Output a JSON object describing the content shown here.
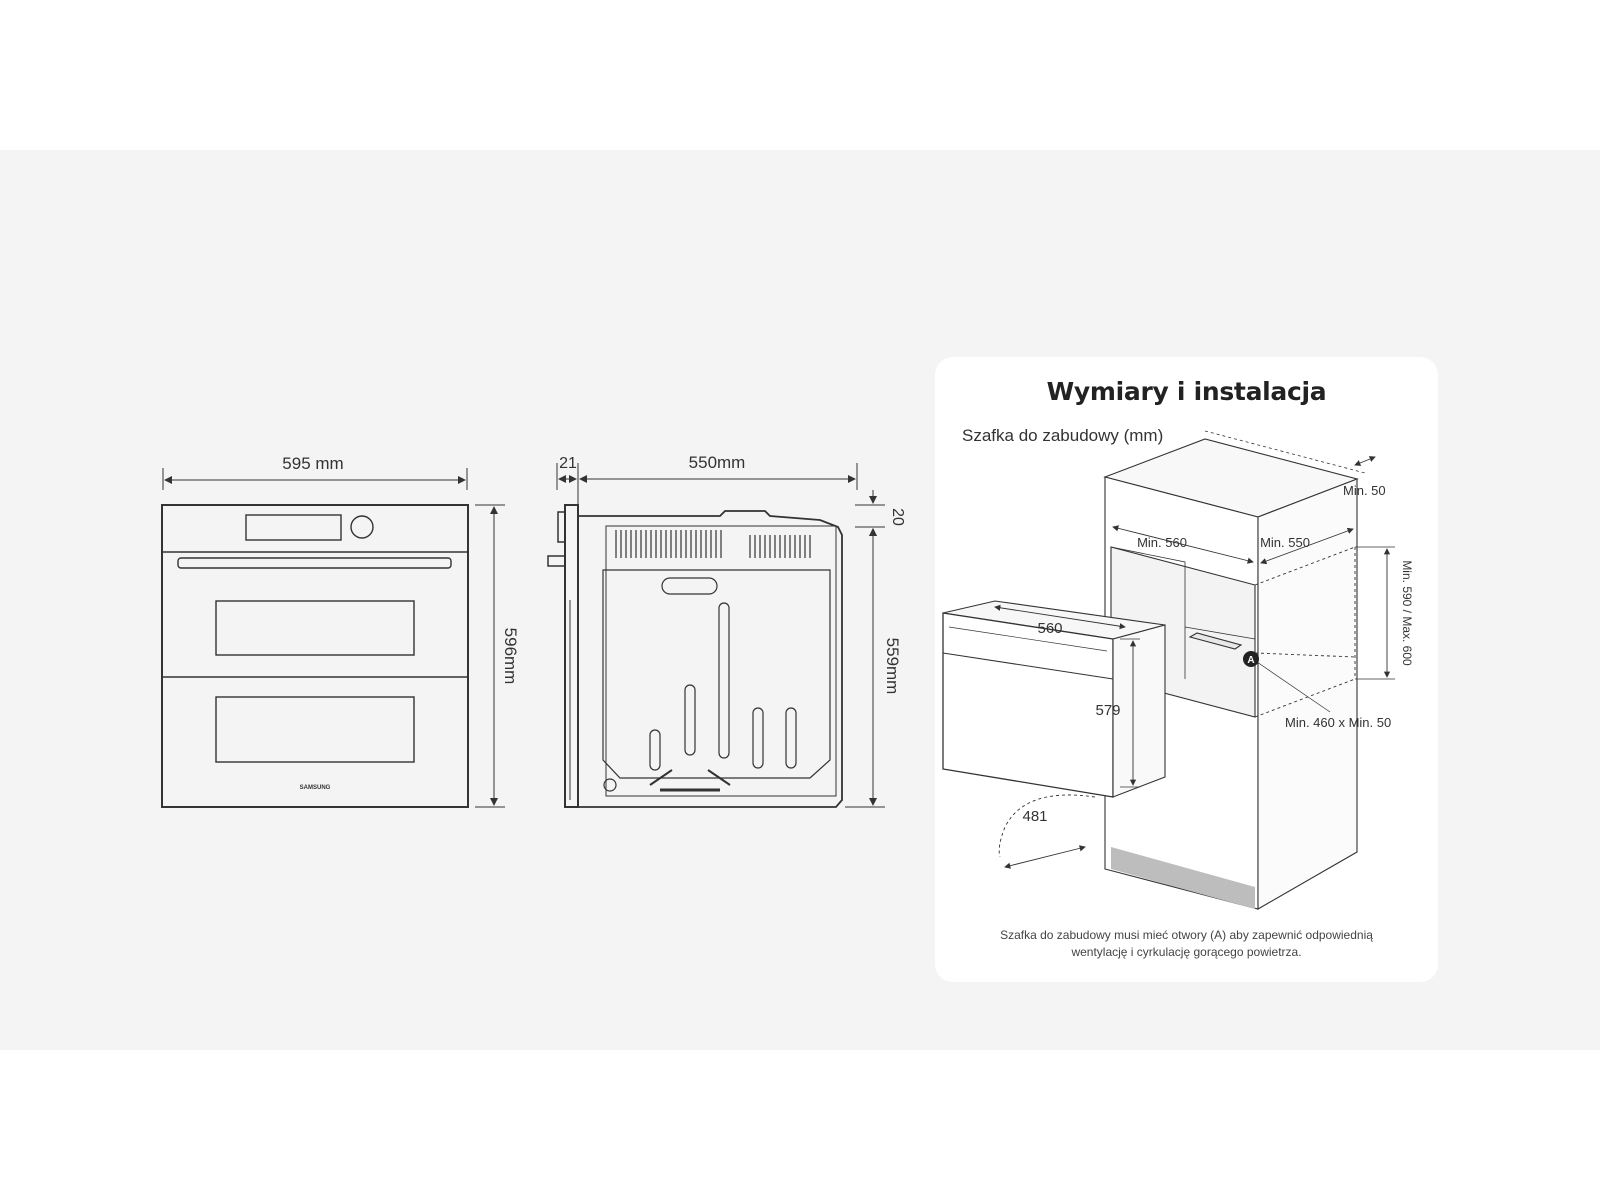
{
  "front_view": {
    "width_label": "595 mm",
    "height_label": "596mm",
    "brand": "SAMSUNG"
  },
  "side_view": {
    "front_depth_label": "21",
    "depth_label": "550mm",
    "top_gap_label": "20",
    "height_label": "559mm"
  },
  "installation": {
    "title": "Wymiary i instalacja",
    "subtitle": "Szafka do zabudowy (mm)",
    "labels": {
      "min_50_top": "Min. 50",
      "min_560": "Min. 560",
      "min_550": "Min. 550",
      "height_range": "Min. 590 / Max. 600",
      "oven_width": "560",
      "oven_height": "579",
      "door_swing": "481",
      "vent_marker": "A",
      "vent_size": "Min. 460 x Min. 50"
    },
    "note_line1": "Szafka do zabudowy musi mieć otwory (A) aby zapewnić odpowiednią",
    "note_line2": "wentylację i cyrkulację gorącego powietrza."
  },
  "colors": {
    "background_band": "#f4f4f4",
    "line": "#333333",
    "plinth": "#bdbdbd"
  }
}
